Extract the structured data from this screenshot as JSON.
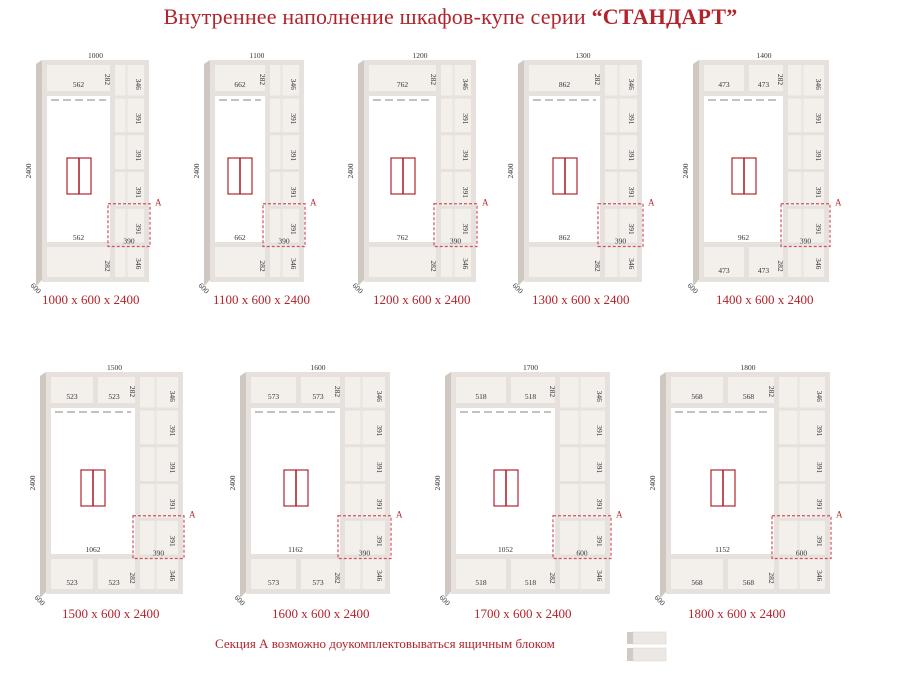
{
  "title": {
    "prefix": "Внутреннее наполнение шкафов-купе серии ",
    "series": "“СТАНДАРТ”"
  },
  "colors": {
    "accent": "#b2242c",
    "panel": "#e6e1dc",
    "panel_shadow": "#cfc8c1",
    "interior": "#ffffff",
    "section_a_outline": "#d0505e"
  },
  "section_a_marker": "A",
  "cabinets": [
    {
      "width": "1000",
      "height": "2400",
      "depth": "600",
      "caption": "1000 x 600 x 2400",
      "top_left": [
        "562"
      ],
      "bottom_bar": "562",
      "bottom_left": [],
      "top_mid": "282",
      "right_shelves": [
        "346",
        "391",
        "391",
        "391",
        "391",
        "346"
      ],
      "mid_bottom": "282",
      "section_a_width": "390"
    },
    {
      "width": "1100",
      "height": "2400",
      "depth": "600",
      "caption": "1100 x 600 x 2400",
      "top_left": [
        "662"
      ],
      "bottom_bar": "662",
      "bottom_left": [],
      "top_mid": "282",
      "right_shelves": [
        "346",
        "391",
        "391",
        "391",
        "391",
        "346"
      ],
      "mid_bottom": "282",
      "section_a_width": "390"
    },
    {
      "width": "1200",
      "height": "2400",
      "depth": "600",
      "caption": "1200 x 600 x 2400",
      "top_left": [
        "762"
      ],
      "bottom_bar": "762",
      "bottom_left": [],
      "top_mid": "282",
      "right_shelves": [
        "346",
        "391",
        "391",
        "391",
        "391",
        "346"
      ],
      "mid_bottom": "282",
      "section_a_width": "390"
    },
    {
      "width": "1300",
      "height": "2400",
      "depth": "600",
      "caption": "1300 x 600 x 2400",
      "top_left": [
        "862"
      ],
      "bottom_bar": "862",
      "bottom_left": [],
      "top_mid": "282",
      "right_shelves": [
        "346",
        "391",
        "391",
        "391",
        "391",
        "346"
      ],
      "mid_bottom": "282",
      "section_a_width": "390"
    },
    {
      "width": "1400",
      "height": "2400",
      "depth": "600",
      "caption": "1400 x 600 x 2400",
      "top_left": [
        "473",
        "473"
      ],
      "bottom_bar": "962",
      "bottom_left": [
        "473",
        "473"
      ],
      "top_mid": "282",
      "right_shelves": [
        "346",
        "391",
        "391",
        "391",
        "391",
        "346"
      ],
      "mid_bottom": "282",
      "section_a_width": "390"
    },
    {
      "width": "1500",
      "height": "2400",
      "depth": "600",
      "caption": "1500 x 600 x 2400",
      "top_left": [
        "523",
        "523"
      ],
      "bottom_bar": "1062",
      "bottom_left": [
        "523",
        "523"
      ],
      "top_mid": "282",
      "right_shelves": [
        "346",
        "391",
        "391",
        "391",
        "391",
        "346"
      ],
      "mid_bottom": "282",
      "section_a_width": "390"
    },
    {
      "width": "1600",
      "height": "2400",
      "depth": "600",
      "caption": "1600 x 600 x 2400",
      "top_left": [
        "573",
        "573"
      ],
      "bottom_bar": "1162",
      "bottom_left": [
        "573",
        "573"
      ],
      "top_mid": "282",
      "right_shelves": [
        "346",
        "391",
        "391",
        "391",
        "391",
        "346"
      ],
      "mid_bottom": "282",
      "section_a_width": "390"
    },
    {
      "width": "1700",
      "height": "2400",
      "depth": "600",
      "caption": "1700 x 600 x 2400",
      "top_left": [
        "518",
        "518"
      ],
      "bottom_bar": "1052",
      "bottom_left": [
        "518",
        "518"
      ],
      "top_mid": "282",
      "right_shelves": [
        "346",
        "391",
        "391",
        "391",
        "391",
        "346"
      ],
      "mid_bottom": "282",
      "section_a_width": "600"
    },
    {
      "width": "1800",
      "height": "2400",
      "depth": "600",
      "caption": "1800 x 600 x 2400",
      "top_left": [
        "568",
        "568"
      ],
      "bottom_bar": "1152",
      "bottom_left": [
        "568",
        "568"
      ],
      "top_mid": "282",
      "right_shelves": [
        "346",
        "391",
        "391",
        "391",
        "391",
        "346"
      ],
      "mid_bottom": "282",
      "section_a_width": "600"
    }
  ],
  "note": "Секция А возможно доукомплектовываться ящичным блоком",
  "drawer_block_icon": "drawer-block-icon"
}
